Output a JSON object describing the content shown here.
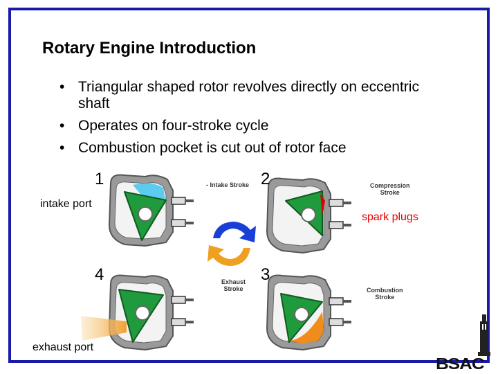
{
  "title": "Rotary Engine Introduction",
  "bullets": [
    "Triangular shaped rotor revolves directly on eccentric shaft",
    "Operates on four-stroke cycle",
    "Combustion pocket is cut out of rotor face"
  ],
  "steps": {
    "one": "1",
    "two": "2",
    "three": "3",
    "four": "4"
  },
  "strokes": {
    "intake": "- Intake Stroke",
    "compression_l1": "Compression",
    "compression_l2": "Stroke",
    "exhaust_l1": "Exhaust",
    "exhaust_l2": "Stroke",
    "combustion_l1": "Combustion",
    "combustion_l2": "Stroke"
  },
  "labels": {
    "intake_port": "intake port",
    "spark_plugs": "spark plugs",
    "exhaust_port": "exhaust port"
  },
  "logo": "BSAC",
  "colors": {
    "frame": "#1a1aa8",
    "rotor": "#1f9a3c",
    "housing": "#8c8c8c",
    "intake_charge": "#5ccbf0",
    "exhaust": "#f0a030",
    "combustion": "#f08c1a",
    "arrow_blue": "#1a3fd6",
    "arrow_orange": "#f0a020",
    "spark_red": "#e00000"
  }
}
